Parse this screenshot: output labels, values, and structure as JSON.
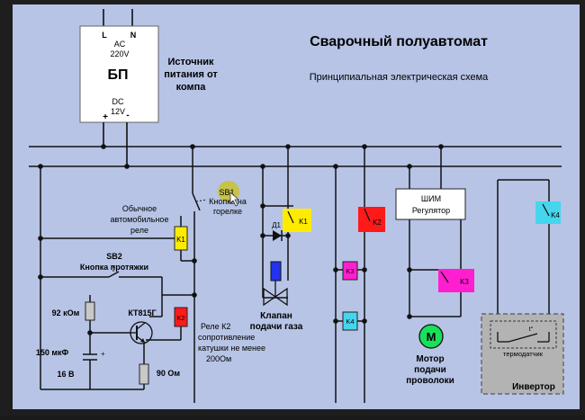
{
  "title": "Сварочный полуавтомат",
  "subtitle": "Принципиальная электрическая схема",
  "psu": {
    "l": "L",
    "n": "N",
    "ac": "AC",
    "ac_v": "220V",
    "name": "БП",
    "dc": "DC",
    "dc_v": "12V",
    "plus": "+",
    "minus": "-",
    "caption_1": "Источник",
    "caption_2": "питания от",
    "caption_3": "компа"
  },
  "sb1": {
    "label": "SB1",
    "caption_1": "Кнопка на",
    "caption_2": "горелке"
  },
  "relay_k1": {
    "caption_1": "Обычное",
    "caption_2": "автомобильное",
    "caption_3": "реле"
  },
  "sb2": {
    "label": "SB2",
    "caption": "Кнопка протяжки"
  },
  "resistor_92": "92 кОм",
  "transistor": "КТ815Г",
  "capacitor_1": "150 мкФ",
  "capacitor_2": "16 В",
  "resistor_90": "90 Ом",
  "relay_k2": {
    "caption_1": "Реле К2",
    "caption_2": "сопротивление",
    "caption_3": "катушки не менее",
    "caption_4": "200Ом"
  },
  "diode": "Д1",
  "valve": {
    "caption_1": "Клапан",
    "caption_2": "подачи газа"
  },
  "pwm": {
    "line1": "ШИМ",
    "line2": "Регулятор"
  },
  "motor": {
    "symbol": "M",
    "caption_1": "Мотор",
    "caption_2": "подачи",
    "caption_3": "проволоки"
  },
  "inverter": {
    "name": "Инвертор",
    "sensor": "термодатчик",
    "temp": "t°"
  },
  "tags": {
    "k1_coil": "K1",
    "k2_coil": "K2",
    "k1_contact": "K1",
    "k2_contact": "K2",
    "k3_coil": "K3",
    "k3_contact": "K3",
    "k4_coil": "K4",
    "k4_contact": "K4"
  },
  "colors": {
    "background": "#b7c4e6",
    "wire": "#111111",
    "k1": "#ffeb00",
    "k2": "#ff1a1a",
    "k3": "#ff1fd0",
    "k4": "#45d6ee",
    "valve": "#2233ee",
    "motor": "#18e05a",
    "highlight": "#c8c23a",
    "inverter_bg": "#b3b3b3"
  }
}
